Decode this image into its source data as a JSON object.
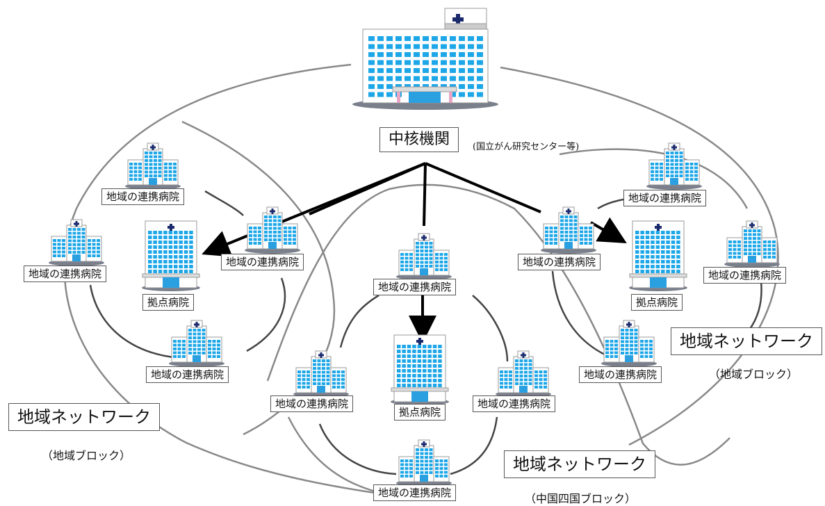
{
  "core": {
    "label": "中核機関",
    "note": "(国立がん研究センター等)"
  },
  "labels": {
    "renkei": "地域の連携病院",
    "kyoten": "拠点病院",
    "network": "地域ネットワーク",
    "block_regional": "（地域ブロック）",
    "block_chugoku": "（中国四国ブロック）"
  },
  "colors": {
    "building": "#ffffff",
    "window": "#1ea7e8",
    "outline": "#999999",
    "cross": "#1a2a6c",
    "door": "#2aa0e0",
    "pink": "#e8a6c4",
    "shadow": "#7a7f8c",
    "line": "#888888",
    "arrow": "#000000"
  }
}
